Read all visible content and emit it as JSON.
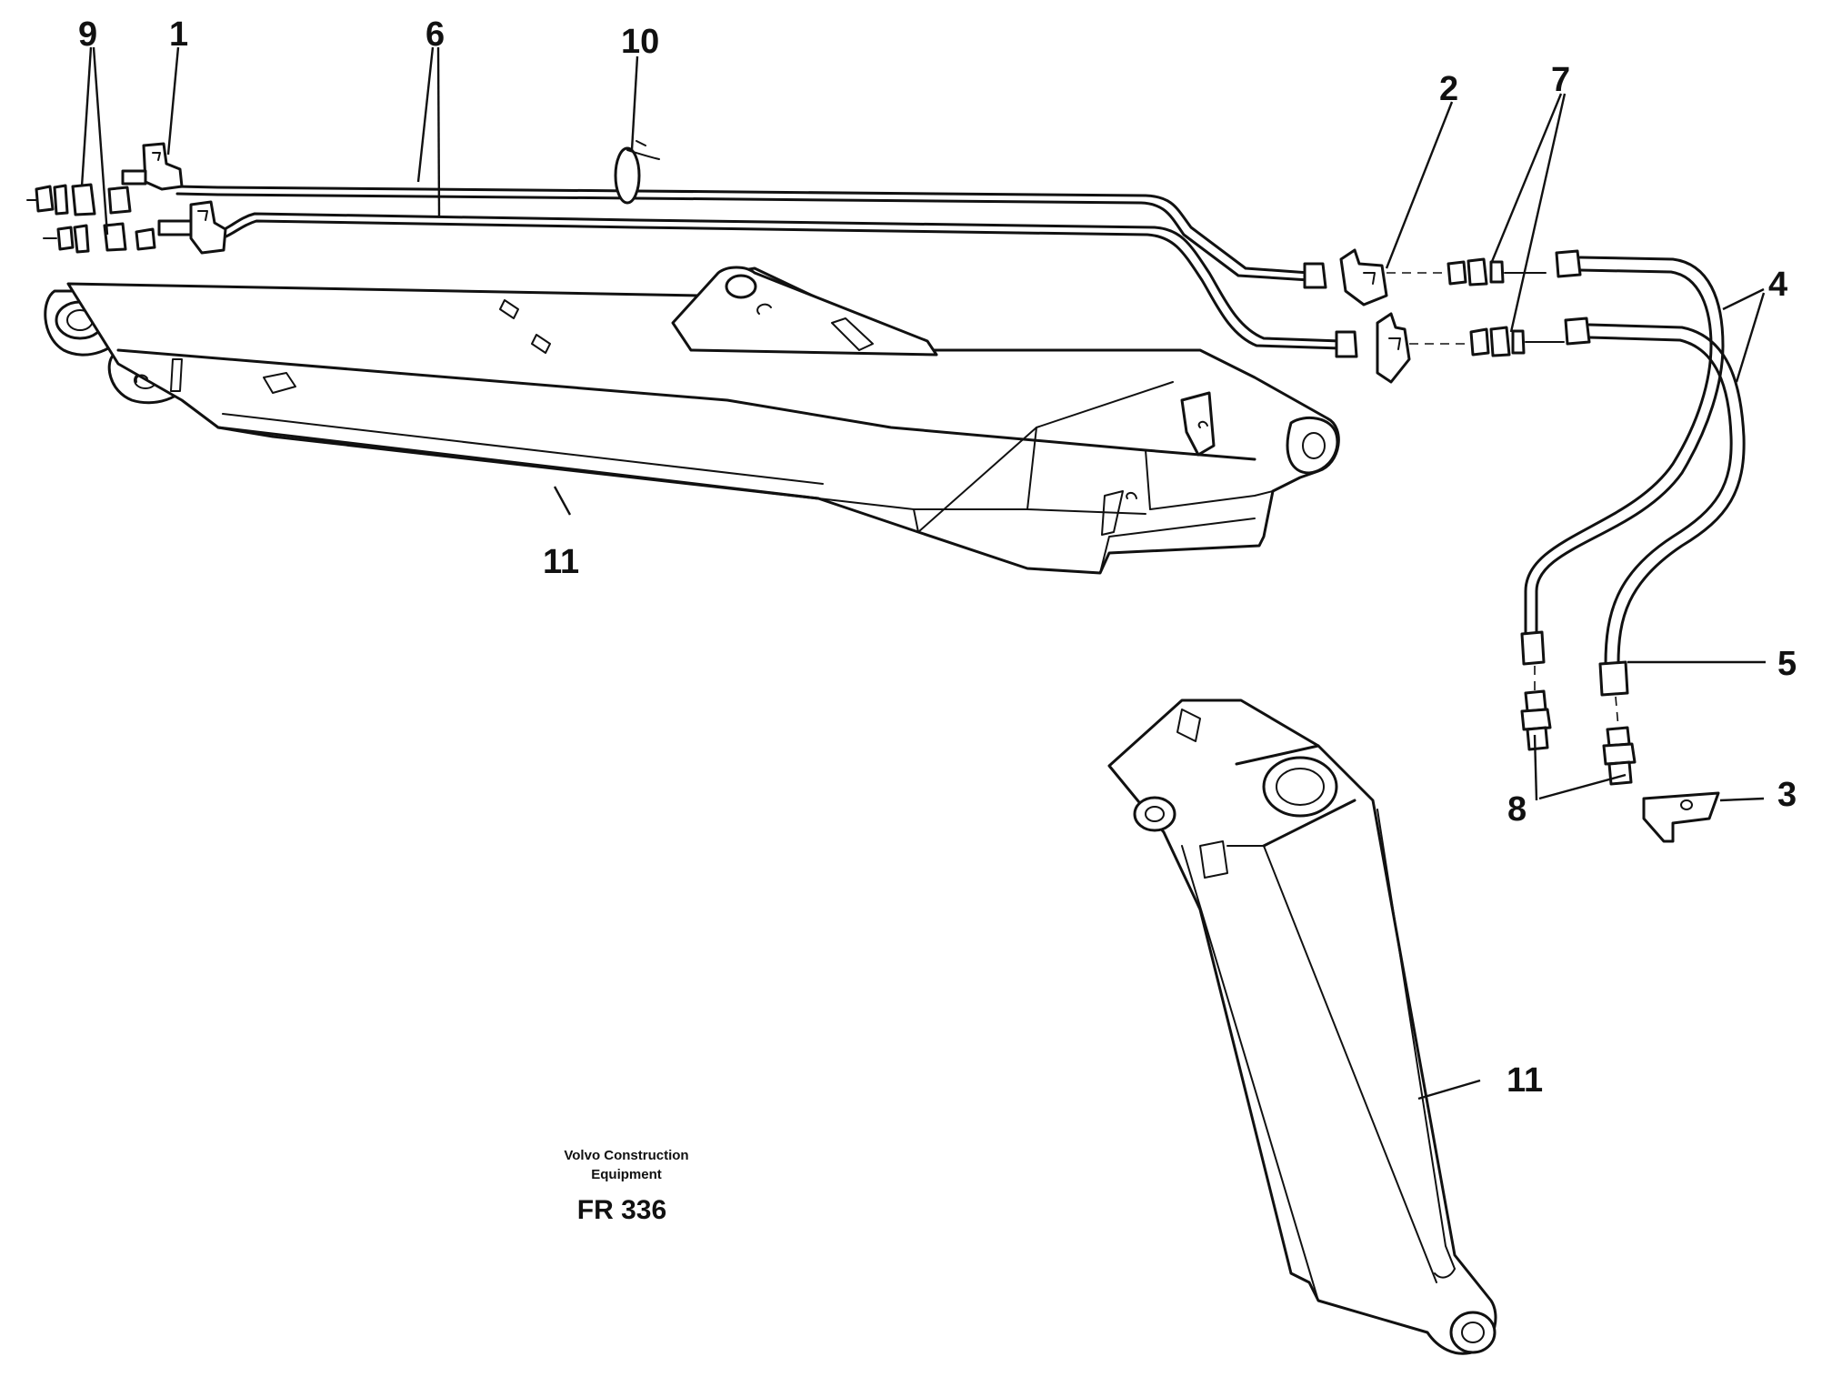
{
  "callouts": {
    "c9": "9",
    "c1": "1",
    "c6": "6",
    "c10": "10",
    "c2": "2",
    "c7": "7",
    "c4": "4",
    "c11_upper": "11",
    "c5": "5",
    "c8": "8",
    "c3": "3",
    "c11_lower": "11"
  },
  "caption": {
    "line1": "Volvo Construction",
    "line2": "Equipment",
    "figure_number": "FR 336"
  }
}
